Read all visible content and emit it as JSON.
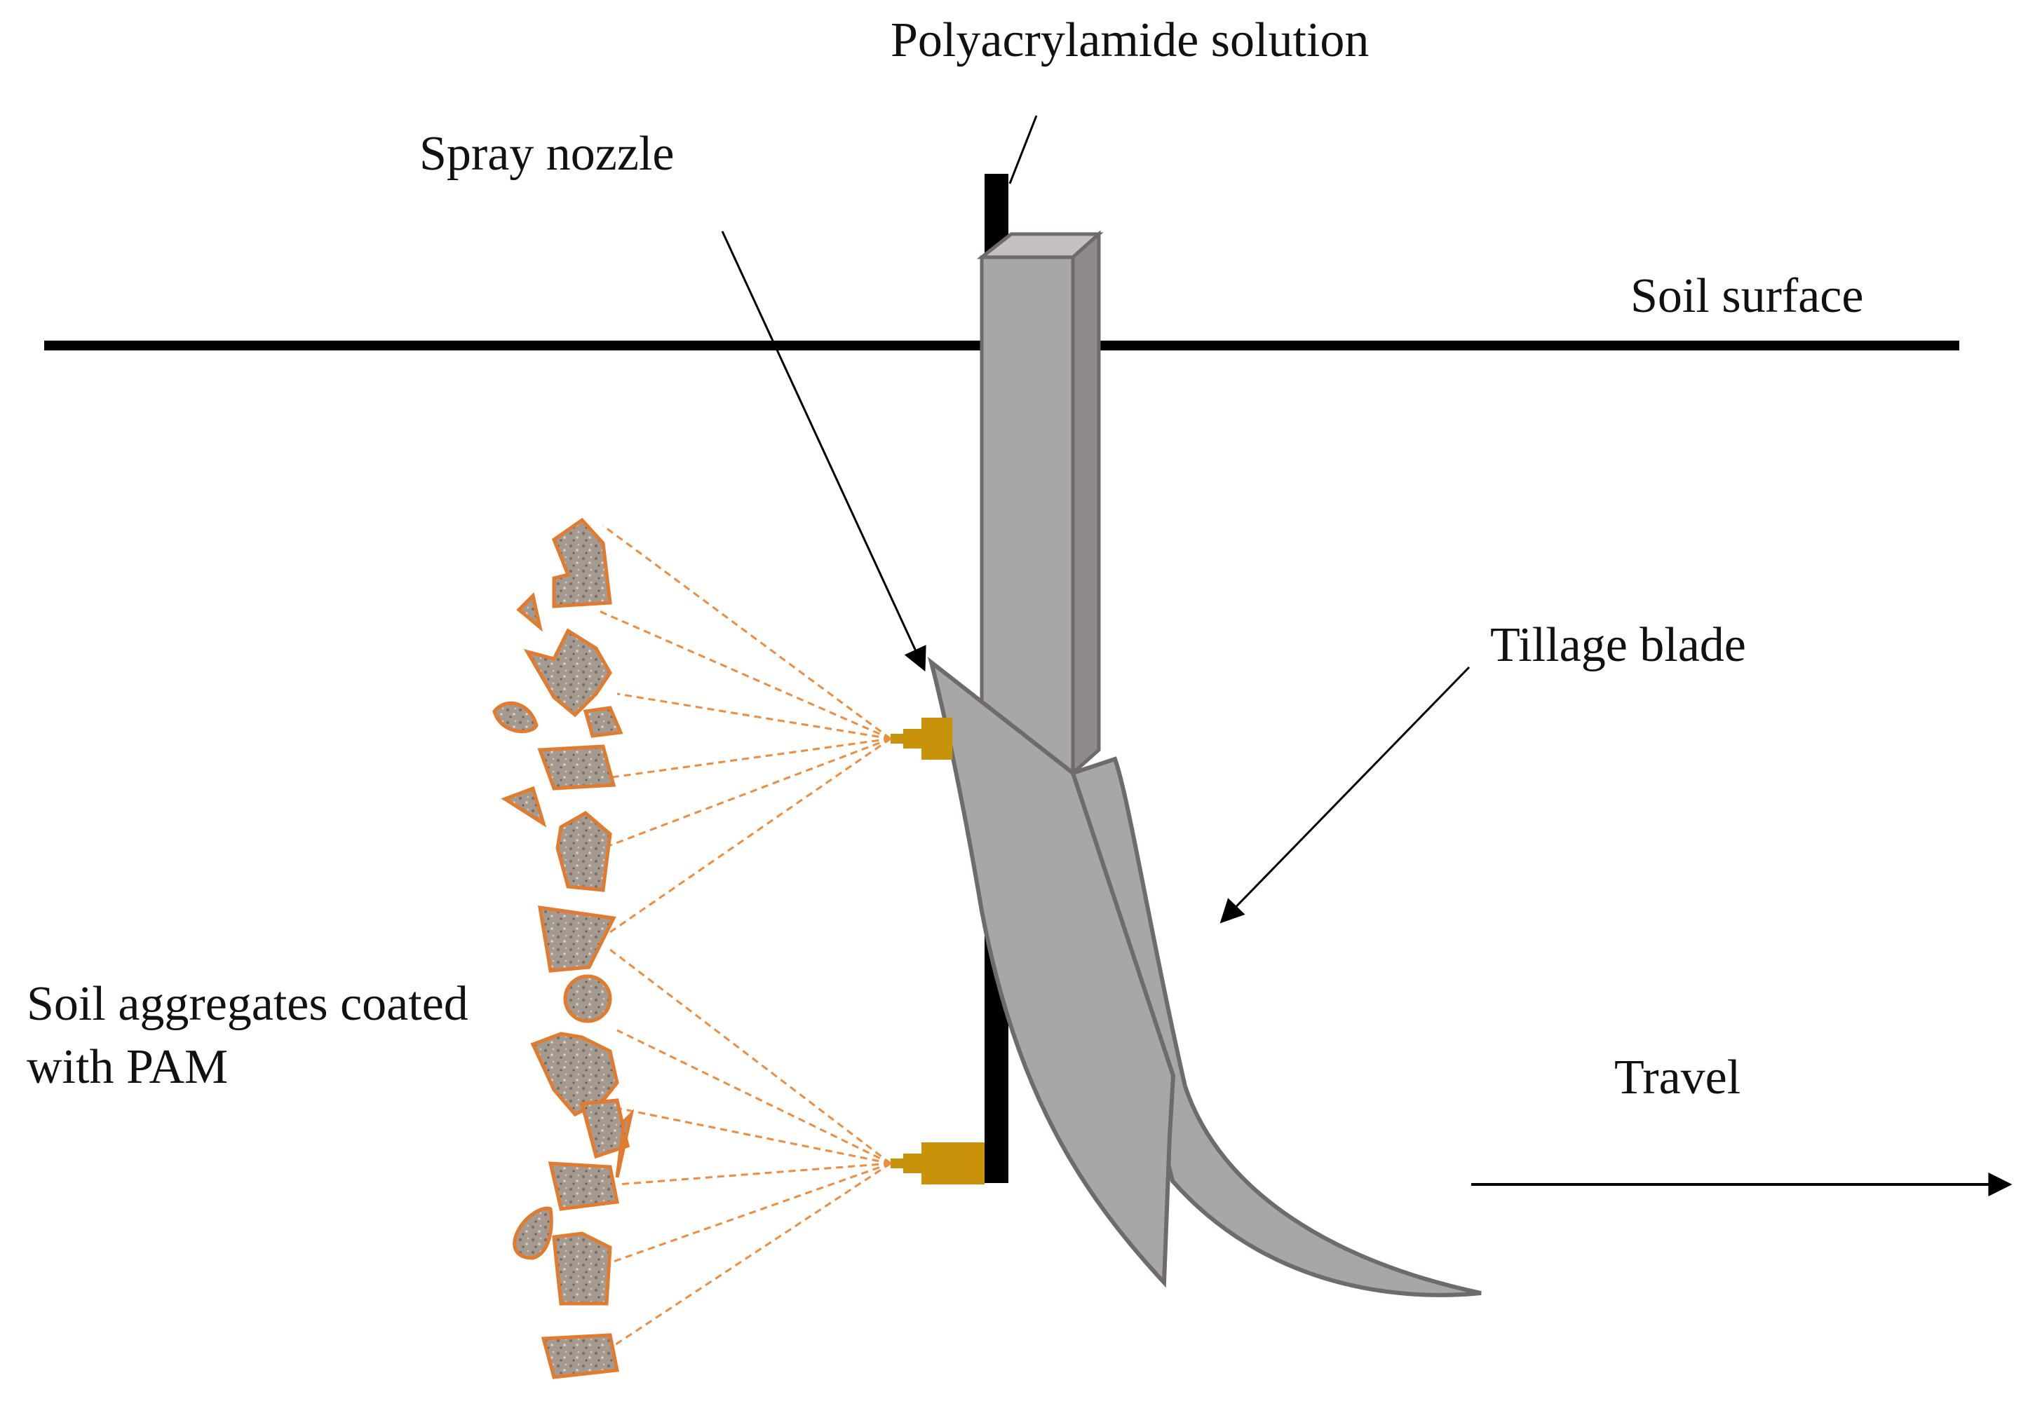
{
  "labels": {
    "solution": "Polyacrylamide solution",
    "nozzle": "Spray nozzle",
    "surface": "Soil surface",
    "blade": "Tillage blade",
    "aggregates_line1": "Soil aggregates coated",
    "aggregates_line2": "with PAM",
    "travel": "Travel"
  },
  "colors": {
    "shank_fill": "#a9a6a6",
    "shank_top": "#c4c1c0",
    "shank_side": "#8e8b8a",
    "shank_stroke": "#6e6b6a",
    "nozzle": "#c8920a",
    "spray": "#ee8c40",
    "aggregate_rim": "#e17b2f",
    "aggregate_fill": "#a1968d",
    "line": "#000000"
  }
}
